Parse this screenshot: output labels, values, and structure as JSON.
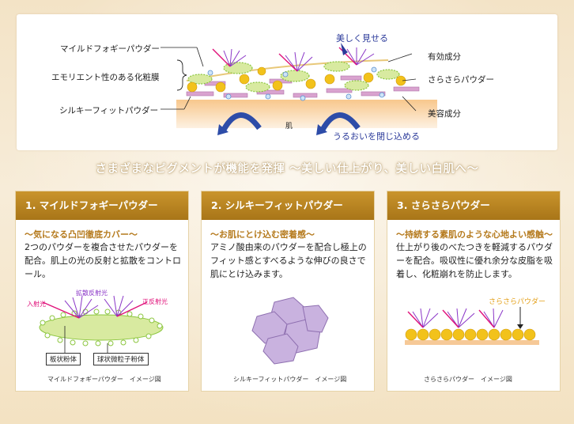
{
  "diagram": {
    "left_labels": [
      "マイルドフォギーパウダー",
      "エモリエント性のある化粧膜",
      "シルキーフィットパウダー"
    ],
    "top_label": "美しく見せる",
    "right_labels": [
      "有効成分",
      "さらさらパウダー",
      "美容成分"
    ],
    "skin_label": "肌",
    "bottom_label": "うるおいを閉じ込める"
  },
  "headline": "さまざまなピグメントが機能を発揮 〜美しい仕上がり、美しい白肌へ〜",
  "cards": [
    {
      "title": "1. マイルドフォギーパウダー",
      "subtitle": "〜気になる凸凹徹底カバー〜",
      "body": "2つのパウダーを複合させたパウダーを配合。肌上の光の反射と拡散をコントロール。",
      "fig_labels": {
        "incident": "入射光",
        "diffuse": "拡散反射光",
        "specular": "正反射光"
      },
      "box_labels": [
        "板状粉体",
        "球状微粒子粉体"
      ],
      "caption": "マイルドフォギーパウダー　イメージ図"
    },
    {
      "title": "2. シルキーフィットパウダー",
      "subtitle": "〜お肌にとけ込む密着感〜",
      "body": "アミノ酸由来のパウダーを配合し極上のフィット感とすべるような伸びの良さで肌にとけ込みます。",
      "caption": "シルキーフィットパウダー　イメージ図"
    },
    {
      "title": "3. さらさらパウダー",
      "subtitle": "〜持続する素肌のような心地よい感触〜",
      "body": "仕上がり後のべたつきを軽減するパウダーを配合。吸収性に優れ余分な皮脂を吸着し、化粧崩れを防止します。",
      "fig_label": "さらさらパウダー",
      "caption": "さらさらパウダー　イメージ図"
    }
  ],
  "colors": {
    "gold": "#b8841f",
    "orange": "#b57a1d",
    "purple": "#8a35c7",
    "magenta": "#e0117a",
    "blue": "#2b3a9a",
    "green": "#8cc63f",
    "yellow": "#f2c21b",
    "pink": "#d9a3cf",
    "skin": "#f6c997"
  }
}
